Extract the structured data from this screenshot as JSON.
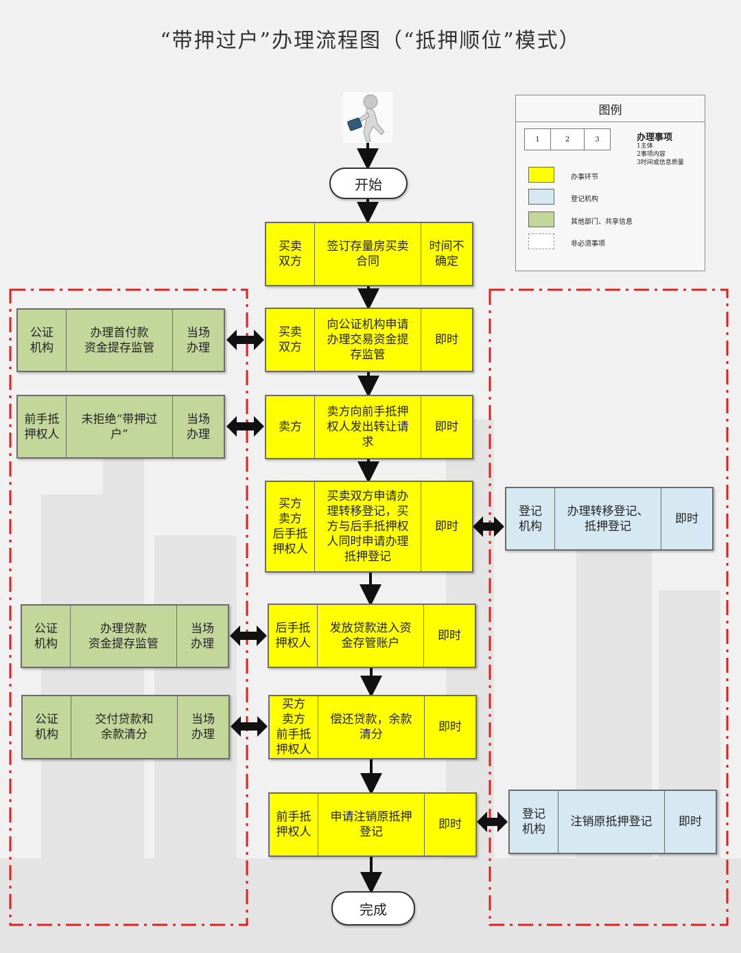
{
  "title": "“带押过户”办理流程图（“抵押顺位”模式）",
  "start_label": "开始",
  "end_label": "完成",
  "legend": {
    "title": "图例",
    "cells": [
      "1",
      "2",
      "3"
    ],
    "heading": "办理事项",
    "items": [
      "1主体",
      "2事项内容",
      "3时间或信息质量"
    ],
    "swatches": [
      {
        "label": "办事环节",
        "color": "#ffff00"
      },
      {
        "label": "登记机构",
        "color": "#d6e9f2"
      },
      {
        "label": "其他部门、共享信息",
        "color": "#c4d79b"
      },
      {
        "label": "非必须事项",
        "color": "dashed"
      }
    ]
  },
  "steps": [
    {
      "subject": "买卖\n双方",
      "content": "签订存量房买卖\n合同",
      "time": "时间不\n确定"
    },
    {
      "subject": "买卖\n双方",
      "content": "向公证机构申请\n办理交易资金提\n存监管",
      "time": "即时"
    },
    {
      "subject": "卖方",
      "content": "卖方向前手抵押\n权人发出转让请\n求",
      "time": "即时"
    },
    {
      "subject": "买方\n卖方\n后手抵\n押权人",
      "content": "买卖双方申请办\n理转移登记，买\n方与后手抵押权\n人同时申请办理\n抵押登记",
      "time": "即时"
    },
    {
      "subject": "后手抵\n押权人",
      "content": "发放贷款进入资\n金存管账户",
      "time": "即时"
    },
    {
      "subject": "买方\n卖方\n前手抵\n押权人",
      "content": "偿还贷款，余款\n清分",
      "time": "即时"
    },
    {
      "subject": "前手抵\n押权人",
      "content": "申请注销原抵押\n登记",
      "time": "即时"
    }
  ],
  "left_boxes": [
    {
      "subject": "公证\n机构",
      "content": "办理首付款\n资金提存监管",
      "time": "当场\n办理"
    },
    {
      "subject": "前手抵\n押权人",
      "content": "未拒绝“带押过\n户”",
      "time": "当场\n办理"
    },
    {
      "subject": "公证\n机构",
      "content": "办理贷款\n资金提存监管",
      "time": "当场\n办理"
    },
    {
      "subject": "公证\n机构",
      "content": "交付贷款和\n余款清分",
      "time": "当场\n办理"
    }
  ],
  "right_boxes": [
    {
      "subject": "登记\n机构",
      "content": "办理转移登记、\n抵押登记",
      "time": "即时"
    },
    {
      "subject": "登记\n机构",
      "content": "注销原抵押登记",
      "time": "即时"
    }
  ],
  "colors": {
    "step": "#ffff00",
    "other_dept": "#c4d79b",
    "registry": "#d6e9f2",
    "dashed_border": "#e0201b"
  }
}
